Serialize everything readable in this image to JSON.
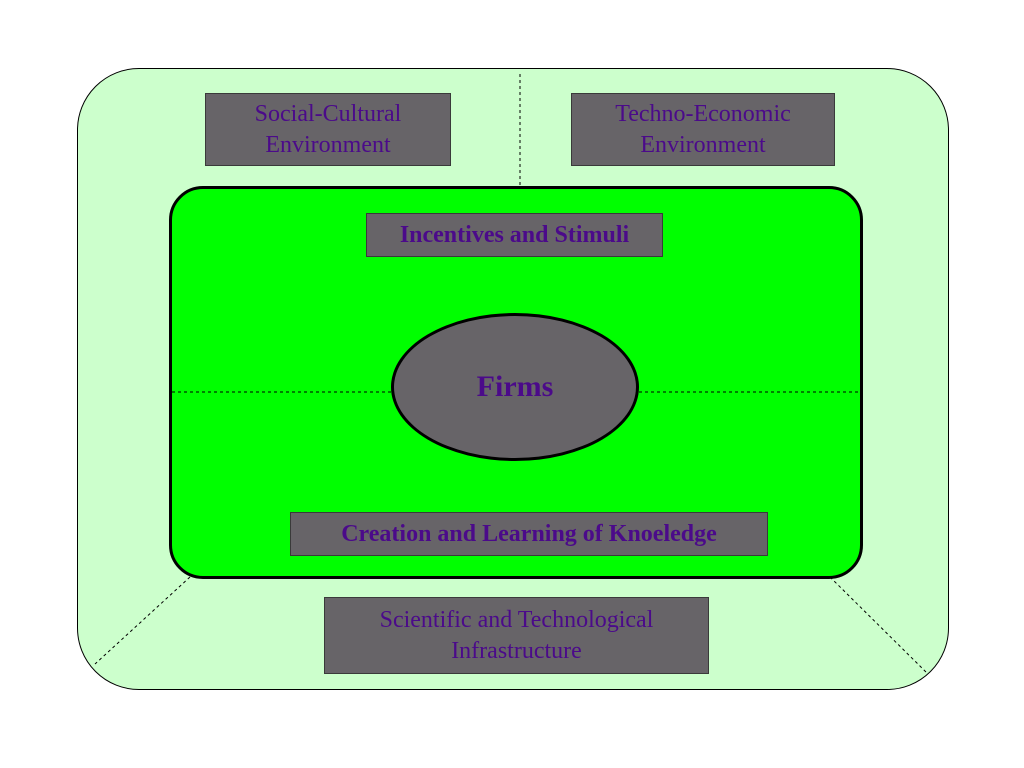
{
  "colors": {
    "outer_fill": "#ccffcc",
    "inner_fill": "#00ff00",
    "box_fill": "#676468",
    "text": "#4b0a8a",
    "line": "#000000"
  },
  "environment": {
    "social_cultural": {
      "line1": "Social-Cultural",
      "line2": "Environment"
    },
    "techno_economic": {
      "line1": "Techno-Economic",
      "line2": "Environment"
    },
    "scientific_technological": {
      "line1": "Scientific and Technological",
      "line2": "Infrastructure"
    }
  },
  "system": {
    "incentives": "Incentives and Stimuli",
    "core": "Firms",
    "knowledge": "Creation and Learning of Knoeledge"
  }
}
